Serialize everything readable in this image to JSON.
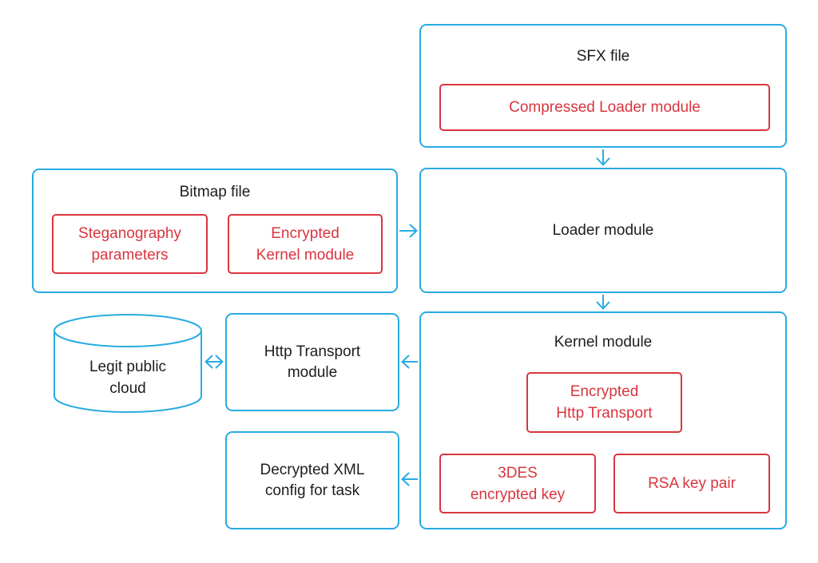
{
  "colors": {
    "box_border_cyan": "#29abe2",
    "inner_border_red": "#d9353f",
    "text_black": "#1d1d1b",
    "background": "#ffffff"
  },
  "diagram": {
    "sfx_file": {
      "title": "SFX file",
      "compressed_loader": "Compressed Loader module"
    },
    "bitmap_file": {
      "title": "Bitmap file",
      "steganography_parameters": [
        "Steganography",
        "parameters"
      ],
      "encrypted_kernel_module": [
        "Encrypted",
        "Kernel module"
      ]
    },
    "loader_module": {
      "title": "Loader module"
    },
    "kernel_module": {
      "title": "Kernel module",
      "encrypted_http_transport": [
        "Encrypted",
        "Http Transport"
      ],
      "des3_encrypted_key": [
        "3DES",
        "encrypted key"
      ],
      "rsa_key_pair": "RSA key pair"
    },
    "http_transport_module": {
      "title": [
        "Http Transport",
        "module"
      ]
    },
    "decrypted_xml_config": {
      "title": [
        "Decrypted XML",
        "config for task"
      ]
    },
    "legit_public_cloud": {
      "title": [
        "Legit public",
        "cloud"
      ]
    },
    "connections": [
      {
        "from": "SFX file",
        "to": "Loader module",
        "type": "arrow"
      },
      {
        "from": "Bitmap file",
        "to": "Loader module",
        "type": "arrow"
      },
      {
        "from": "Loader module",
        "to": "Kernel module",
        "type": "arrow"
      },
      {
        "from": "Kernel module",
        "to": "Http Transport module",
        "type": "arrow"
      },
      {
        "from": "Http Transport module",
        "to": "Legit public cloud",
        "type": "double-arrow"
      },
      {
        "from": "Kernel module",
        "to": "Decrypted XML config for task",
        "type": "arrow"
      }
    ]
  }
}
